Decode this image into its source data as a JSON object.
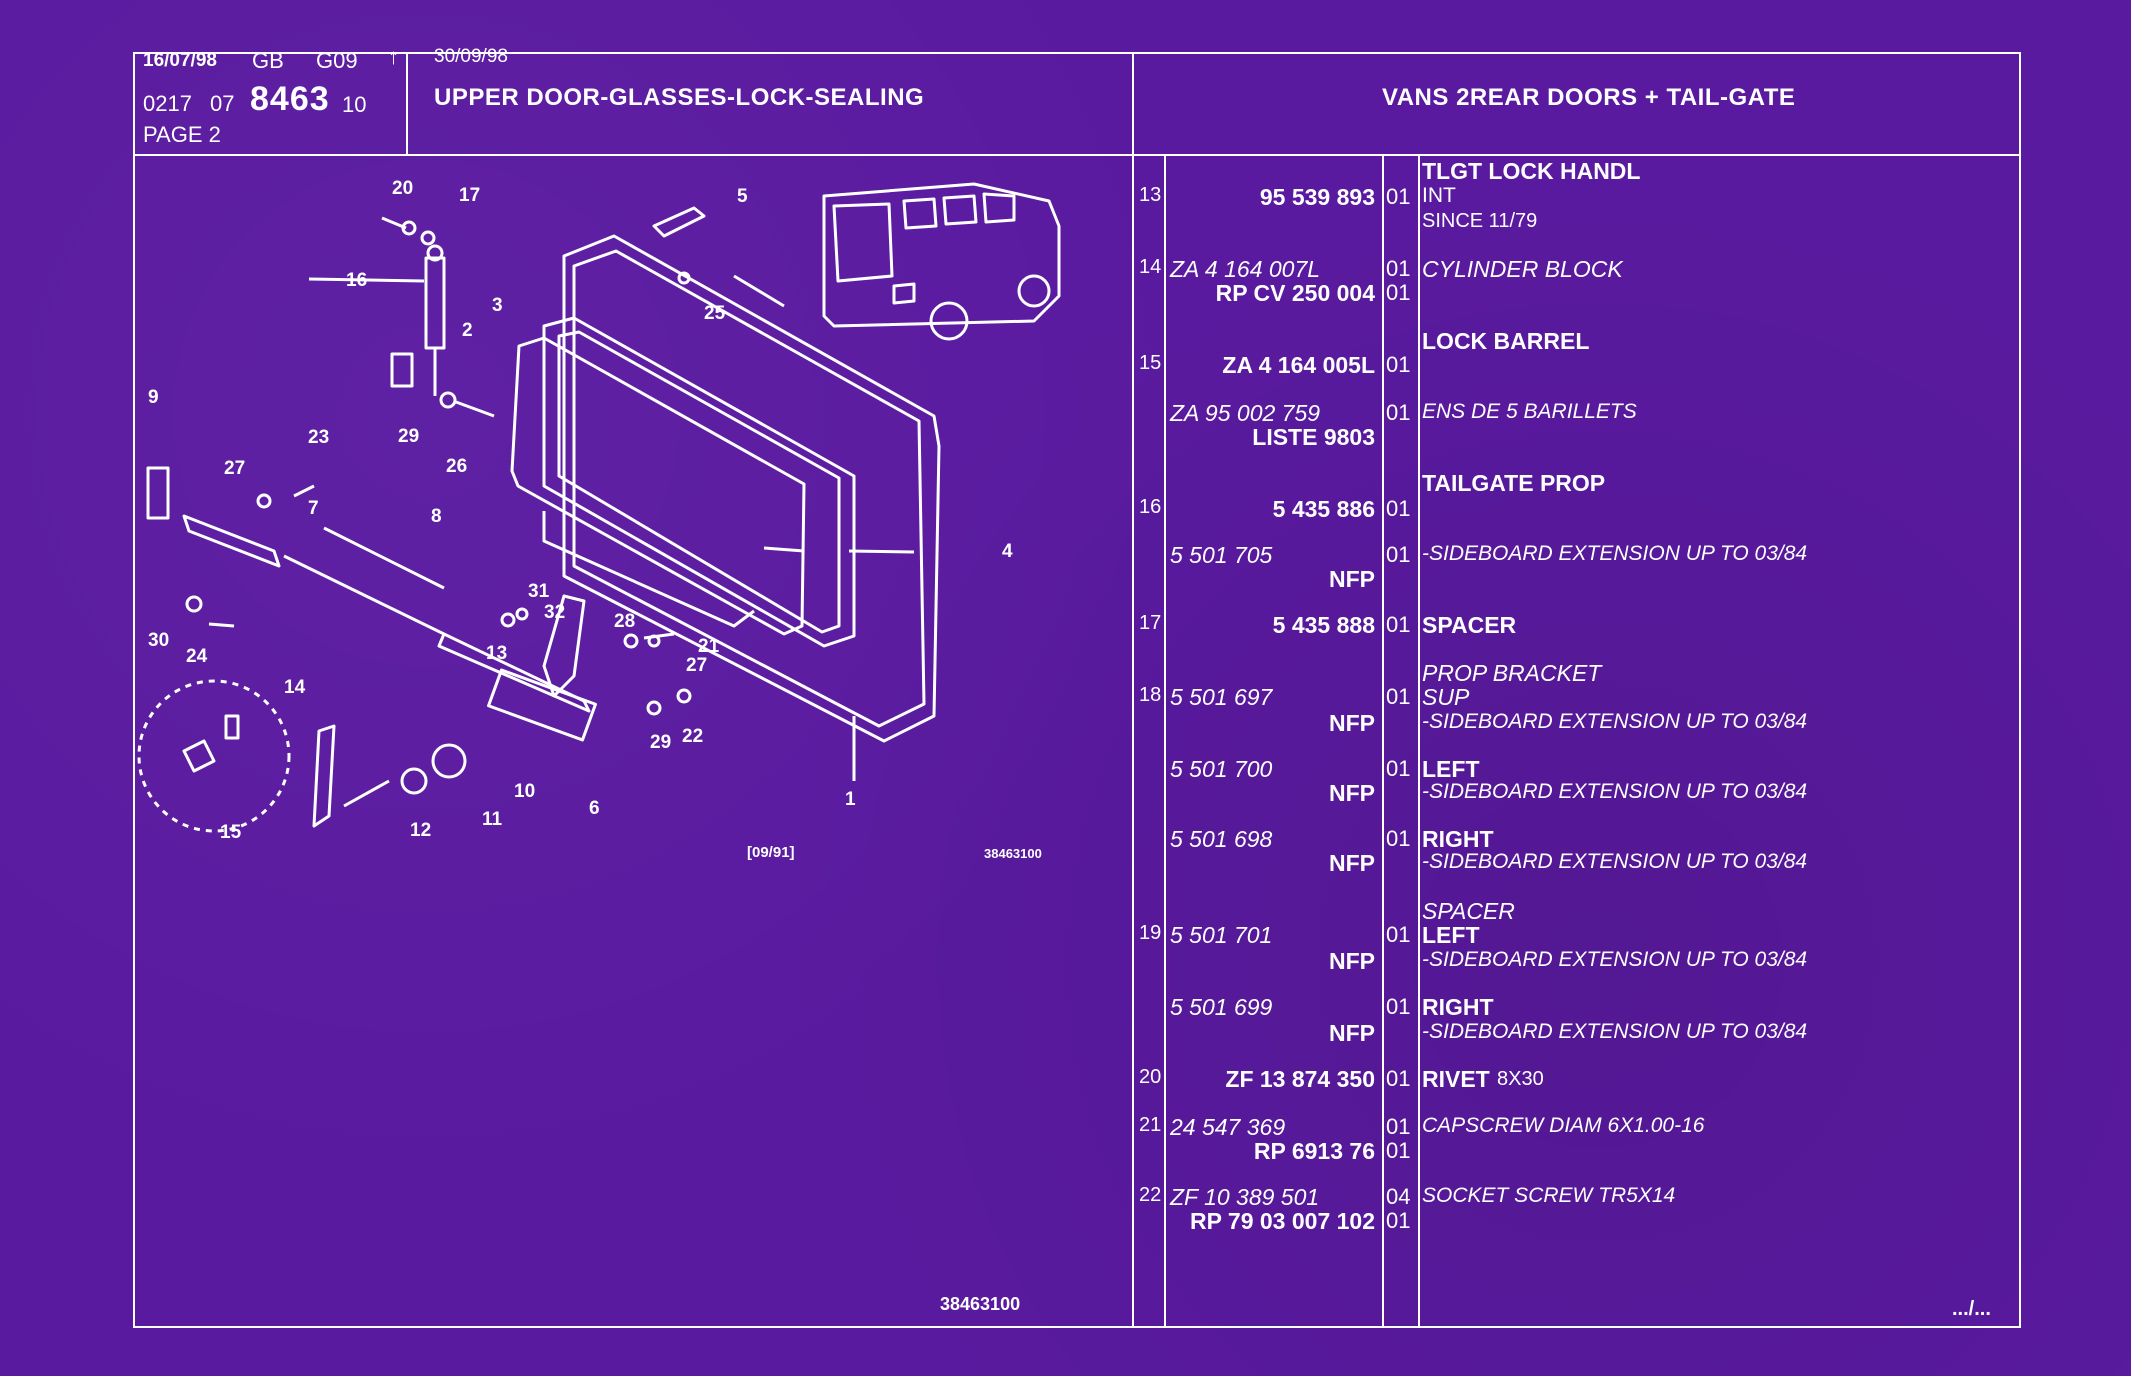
{
  "header": {
    "date1": "16/07/98",
    "lang": "GB",
    "group": "G09",
    "arrow": "↑",
    "code_a": "0217",
    "code_b": "07",
    "code_c": "8463",
    "code_d": "10",
    "page": "PAGE 2",
    "date2": "30/09/98",
    "section_title": "UPPER DOOR-GLASSES-LOCK-SEALING",
    "model_title": "VANS 2REAR DOORS + TAIL-GATE"
  },
  "diagram": {
    "date_stamp": "[09/91]",
    "ref_small": "38463100",
    "ref_bottom": "38463100",
    "callouts": [
      "1",
      "2",
      "3",
      "4",
      "5",
      "6",
      "7",
      "8",
      "9",
      "10",
      "11",
      "12",
      "13",
      "14",
      "15",
      "16",
      "17",
      "20",
      "21",
      "22",
      "23",
      "24",
      "25",
      "26",
      "27",
      "27",
      "28",
      "29",
      "29",
      "30",
      "31",
      "32"
    ]
  },
  "parts": [
    {
      "n": "13",
      "ref": "95 539 893",
      "q": "01",
      "d": "TLGT LOCK HANDL",
      "d2": "INT",
      "d3": "SINCE  11/79"
    },
    {
      "n": "14",
      "ref": "ZA 4 164 007L",
      "q": "01",
      "d": "CYLINDER BLOCK",
      "ref2": "RP  CV 250 004",
      "q2": "01"
    },
    {
      "d": "LOCK BARREL"
    },
    {
      "n": "15",
      "ref": "ZA 4 164 005L",
      "q": "01"
    },
    {
      "ref": "ZA 95 002 759",
      "q": "01",
      "d": "ENS DE 5 BARILLETS",
      "ref2": "LISTE 9803"
    },
    {
      "d": "TAILGATE PROP"
    },
    {
      "n": "16",
      "ref": "5 435 886",
      "q": "01"
    },
    {
      "ref": "5 501 705",
      "q": "01",
      "d": "-SIDEBOARD EXTENSION UP TO 03/84",
      "ref2": "NFP"
    },
    {
      "n": "17",
      "ref": "5 435 888",
      "q": "01",
      "d": "SPACER"
    },
    {
      "d": "PROP BRACKET"
    },
    {
      "n": "18",
      "ref": "5 501 697",
      "q": "01",
      "d": "SUP",
      "d2": "-SIDEBOARD EXTENSION UP TO 03/84",
      "ref2": "NFP"
    },
    {
      "ref": "5 501 700",
      "q": "01",
      "d": "LEFT",
      "d2": "-SIDEBOARD EXTENSION UP TO 03/84",
      "ref2": "NFP"
    },
    {
      "ref": "5 501 698",
      "q": "01",
      "d": "RIGHT",
      "d2": "-SIDEBOARD EXTENSION UP TO 03/84",
      "ref2": "NFP"
    },
    {
      "d": "SPACER"
    },
    {
      "n": "19",
      "ref": "5 501 701",
      "q": "01",
      "d": "LEFT",
      "d2": "-SIDEBOARD EXTENSION UP TO 03/84",
      "ref2": "NFP"
    },
    {
      "ref": "5 501 699",
      "q": "01",
      "d": "RIGHT",
      "d2": "-SIDEBOARD EXTENSION UP TO 03/84",
      "ref2": "NFP"
    },
    {
      "n": "20",
      "ref": "ZF 13 874 350",
      "q": "01",
      "d": "RIVET",
      "d2": "8X30"
    },
    {
      "n": "21",
      "ref": "24 547 369",
      "q": "01",
      "d": "CAPSCREW DIAM 6X1.00-16",
      "ref2": "RP  6913 76",
      "q2": "01"
    },
    {
      "n": "22",
      "ref": "ZF 10 389 501",
      "q": "04",
      "d": "SOCKET SCREW TR5X14",
      "ref2": "RP  79 03 007 102",
      "q2": "01"
    }
  ],
  "footer": {
    "continued": ".../..."
  }
}
